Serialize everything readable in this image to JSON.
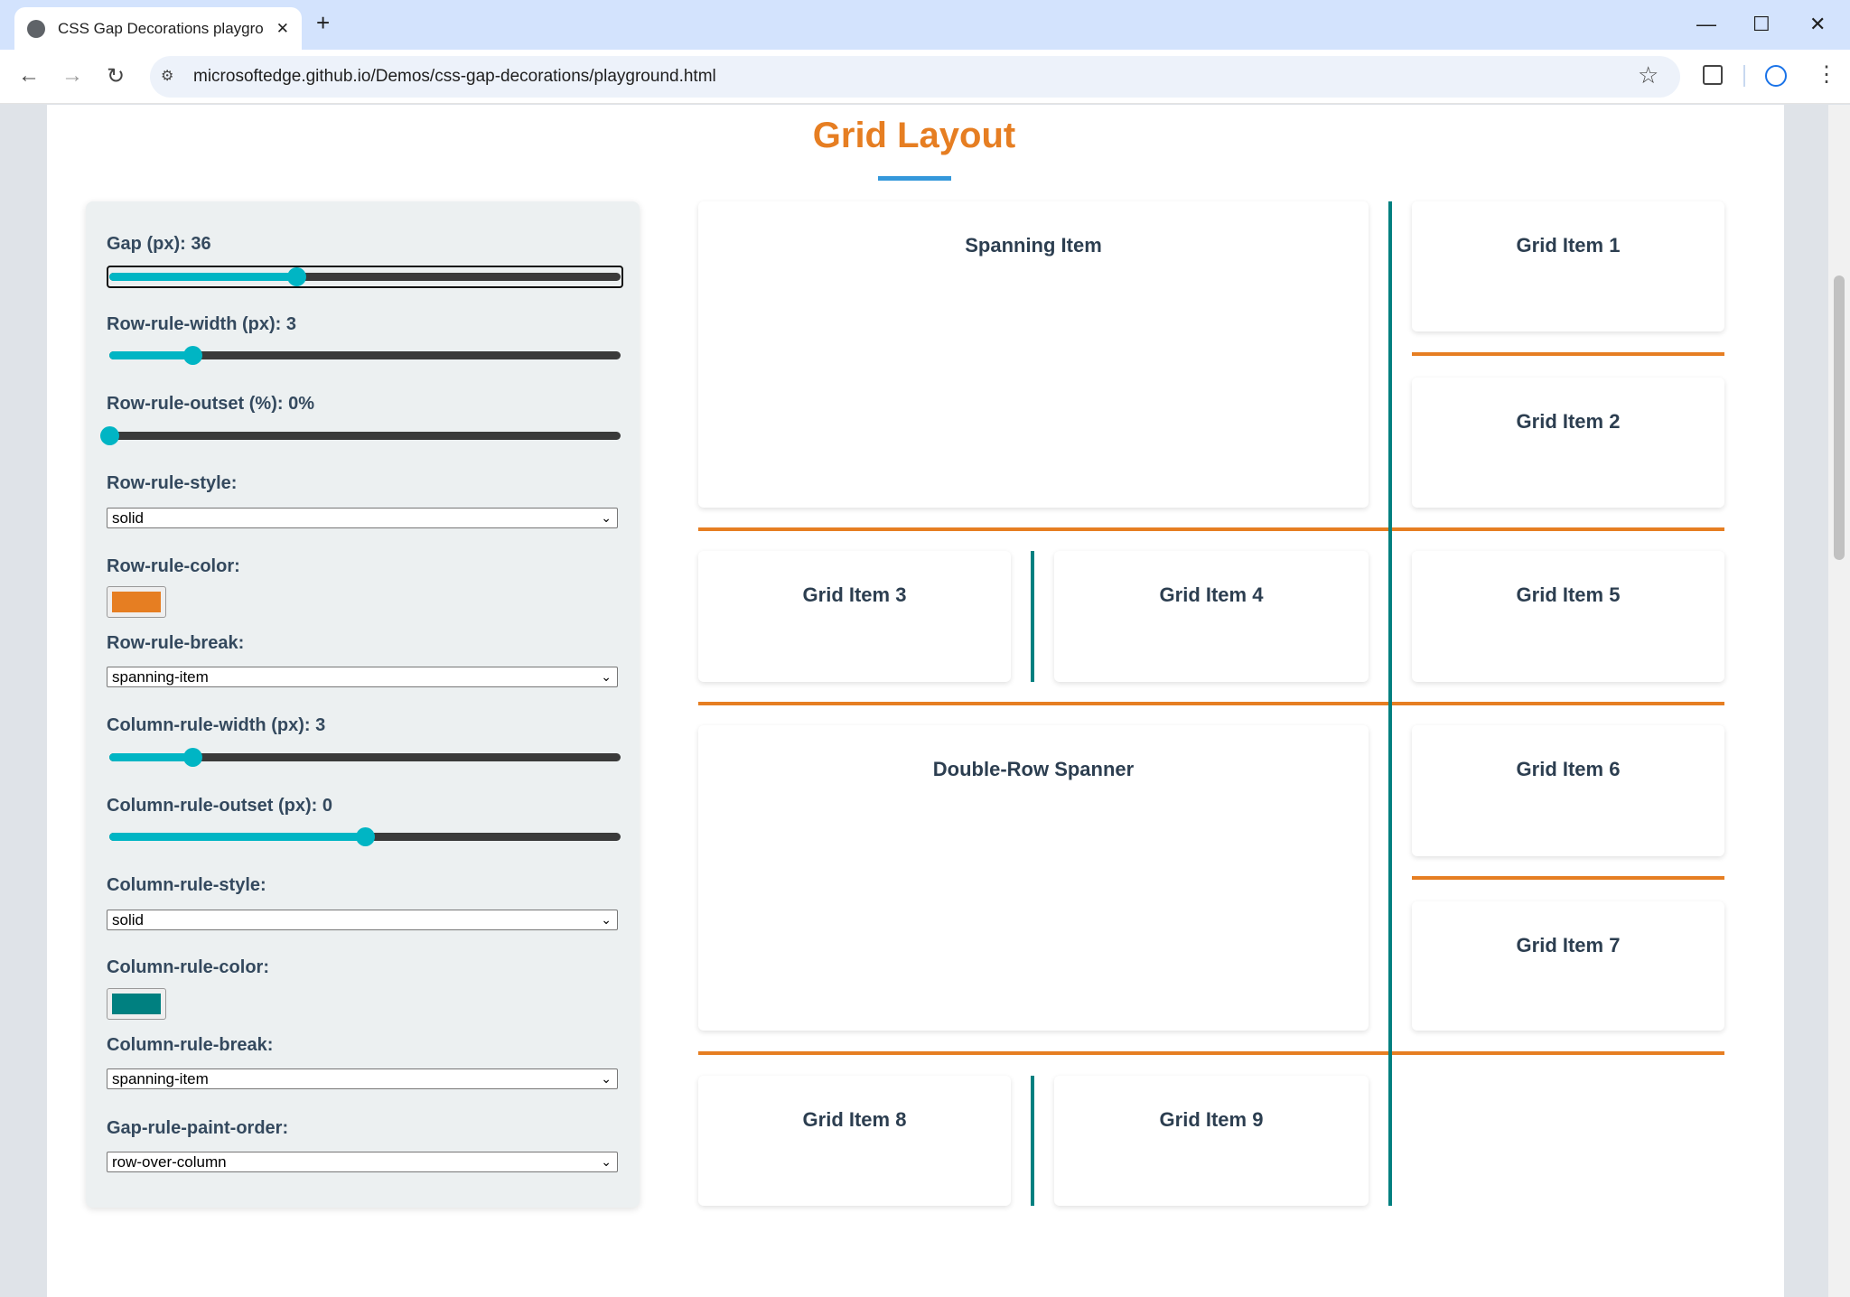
{
  "browser": {
    "tab_title": "CSS Gap Decorations playground",
    "url_host": "microsoftedge.github.io",
    "url_path": "/Demos/css-gap-decorations/playground.html",
    "new_tab": "+",
    "close_tab": "✕",
    "minimize": "—",
    "maximize": "☐",
    "close": "✕",
    "back": "←",
    "forward": "→",
    "reload": "↻",
    "star": "☆",
    "menu": "⋮"
  },
  "page": {
    "title": "Grid Layout"
  },
  "controls": {
    "gap": {
      "label": "Gap (px): 36",
      "fill_fraction": 0.366
    },
    "row_rule_width": {
      "label": "Row-rule-width (px): 3",
      "fill_fraction": 0.163
    },
    "row_rule_outset": {
      "label": "Row-rule-outset (%): 0%",
      "fill_fraction": 0.0
    },
    "row_rule_style": {
      "label": "Row-rule-style:",
      "value": "solid"
    },
    "row_rule_color": {
      "label": "Row-rule-color:",
      "value": "#e67e22"
    },
    "row_rule_break": {
      "label": "Row-rule-break:",
      "value": "spanning-item"
    },
    "column_rule_width": {
      "label": "Column-rule-width (px): 3",
      "fill_fraction": 0.163
    },
    "column_rule_outset": {
      "label": "Column-rule-outset (px): 0",
      "fill_fraction": 0.5
    },
    "column_rule_style": {
      "label": "Column-rule-style:",
      "value": "solid"
    },
    "column_rule_color": {
      "label": "Column-rule-color:",
      "value": "#008080"
    },
    "column_rule_break": {
      "label": "Column-rule-break:",
      "value": "spanning-item"
    },
    "gap_rule_paint_order": {
      "label": "Gap-rule-paint-order:",
      "value": "row-over-column"
    }
  },
  "grid": {
    "items": [
      "Spanning Item",
      "Grid Item 1",
      "Grid Item 2",
      "Grid Item 3",
      "Grid Item 4",
      "Grid Item 5",
      "Double-Row Spanner",
      "Grid Item 6",
      "Grid Item 7",
      "Grid Item 8",
      "Grid Item 9"
    ]
  }
}
